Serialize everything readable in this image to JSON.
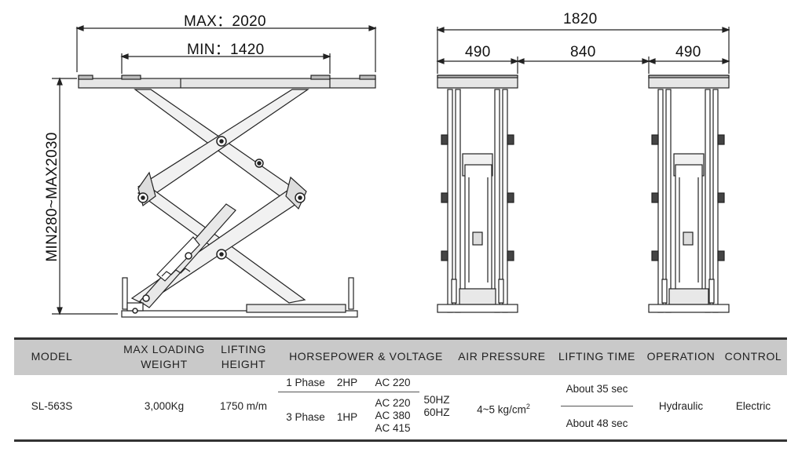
{
  "dimensions": {
    "side_max": "MAX：2020",
    "side_min": "MIN：1420",
    "height": "MIN280~MAX2030",
    "front_total": "1820",
    "front_left": "490",
    "front_mid": "840",
    "front_right": "490"
  },
  "table": {
    "headers": {
      "model": "MODEL",
      "max_loading_line1": "MAX LOADING",
      "max_loading_line2": "WEIGHT",
      "lifting_line1": "LIFTING",
      "lifting_line2": "HEIGHT",
      "hp_voltage": "HORSEPOWER & VOLTAGE",
      "air_pressure": "AIR PRESSURE",
      "lifting_time": "LIFTING TIME",
      "operation": "OPERATION",
      "control": "CONTROL"
    },
    "row": {
      "model": "SL-563S",
      "max_loading": "3,000Kg",
      "lifting_height": "1750 m/m",
      "phase1": "1 Phase",
      "hp1": "2HP",
      "volt1": "AC 220",
      "phase3": "3 Phase",
      "hp3": "1HP",
      "volt3a": "AC 220",
      "volt3b": "AC 380",
      "volt3c": "AC 415",
      "hz1": "50HZ",
      "hz2": "60HZ",
      "air_pressure": "4~5 kg/cm",
      "air_pressure_sup": "2",
      "time1": "About 35 sec",
      "time2": "About 48 sec",
      "operation": "Hydraulic",
      "control": "Electric"
    }
  }
}
